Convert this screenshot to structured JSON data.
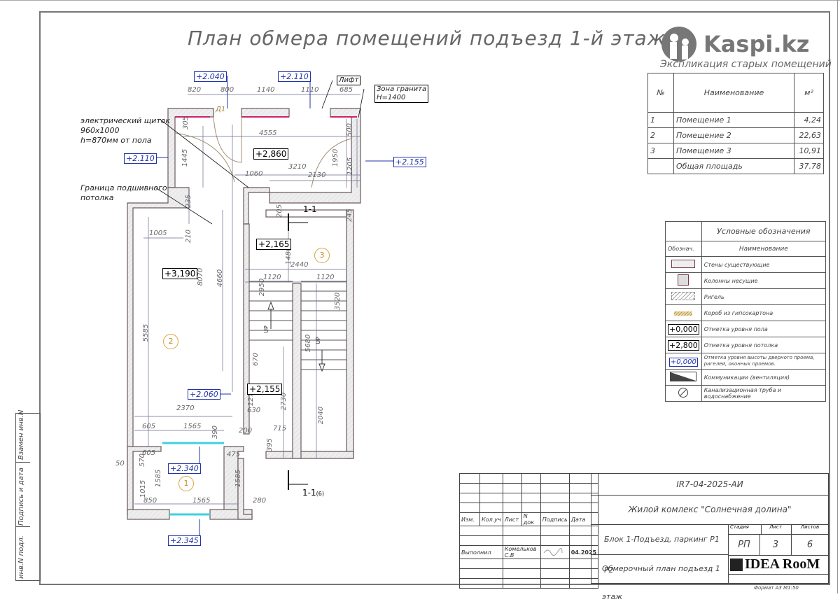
{
  "drawing": {
    "title": "План обмера помещений подъезд 1-й этаж",
    "watermark": "Kaspi.kz"
  },
  "explication": {
    "title": "Экспликация старых помещений",
    "headers": [
      "№",
      "Наименование",
      "м²"
    ],
    "rows": [
      {
        "num": "1",
        "name": "Помещение 1",
        "area": "4,24"
      },
      {
        "num": "2",
        "name": "Помещение 2",
        "area": "22,63"
      },
      {
        "num": "3",
        "name": "Помещение 3",
        "area": "10,91"
      },
      {
        "num": "",
        "name": "Общая площадь",
        "area": "37.78"
      }
    ]
  },
  "legend": {
    "title": "Условные обозначения",
    "col_symbol": "Обознач.",
    "col_name": "Наименование",
    "items": [
      {
        "icon": "existing-wall-icon",
        "label": "Стены существующие"
      },
      {
        "icon": "bearing-column-icon",
        "label": "Колонны несущие"
      },
      {
        "icon": "crossbar-icon",
        "label": "Ригель"
      },
      {
        "icon": "drywall-box-icon",
        "label": "Короб из гипсокартона"
      },
      {
        "icon": "floor-level-mark",
        "symbol": "+0,000",
        "label": "Отметка уровня пола"
      },
      {
        "icon": "ceiling-level-mark",
        "symbol": "+2,800",
        "label": "Отметка уровня потолка"
      },
      {
        "icon": "opening-level-mark",
        "symbol": "+0,000",
        "label": "Отметка уровня высоты дверного проема, ригелей, оконных проемов."
      },
      {
        "icon": "ventilation-icon",
        "label": "Коммуникации (вентиляция)"
      },
      {
        "icon": "sewer-pipe-icon",
        "label": "Канализационная труба и водоснабжение"
      }
    ]
  },
  "plan": {
    "notes": {
      "panel": [
        "электрический щиток",
        "960x1000",
        "h=870мм от пола"
      ],
      "ceiling_boundary": [
        "Граница подшивного",
        "потолка"
      ],
      "lift": "Лифт",
      "granite": [
        "Зона гранита",
        "H=1400"
      ],
      "door_label": "Д1"
    },
    "floor_marks": [
      "+2,860",
      "+3,190",
      "+2,165",
      "+2,155"
    ],
    "opening_marks": [
      "+2.040",
      "+2.110",
      "+2.110",
      "+2.155",
      "+2.060",
      "+2.340",
      "+2.345"
    ],
    "room_numbers": [
      "1",
      "2",
      "3"
    ],
    "section_label": "1-1",
    "section_label_ref": "1-1",
    "section_ref": "(6)",
    "stair_up": "UP",
    "dims_top": [
      "820",
      "800",
      "1140",
      "1110",
      "685"
    ],
    "dims": {
      "d4555": "4555",
      "d3210": "3210",
      "d1060": "1060",
      "d2130": "2130",
      "d305": "305",
      "d1445": "1445",
      "d500": "500",
      "d1950": "1950",
      "d1205": "1205",
      "d235": "235",
      "d210": "210",
      "d1005": "1005",
      "d8070": "8070",
      "d4660": "4660",
      "d5585": "5585",
      "d205": "205",
      "d245": "245",
      "d1480": "1480",
      "d2440": "2440",
      "d1120a": "1120",
      "d1120b": "1120",
      "d2950": "2950",
      "d3520": "3520",
      "d5680": "5680",
      "d670": "670",
      "d1275": "1275",
      "d2730": "2730",
      "d2040": "2040",
      "d630": "630",
      "d200": "200",
      "d715": "715",
      "d395": "395",
      "d2370": "2370",
      "d605a": "605",
      "d1565a": "1565",
      "d390": "390",
      "d605b": "605",
      "d475": "475",
      "d570": "570",
      "d1585a": "1585",
      "d1585b": "1585",
      "d1015": "1015",
      "d850": "850",
      "d1565b": "1565",
      "d280": "280",
      "d50": "50"
    }
  },
  "title_block": {
    "code": "IR7-04-2025-АИ",
    "project": "Жилой комлекс \"Солнечная долина\"",
    "block": "Блок 1-Подъезд, паркинг Р1 Р2",
    "sheet_title": "Обмерочный план подъезд 1 этаж",
    "headers": [
      "Изм.",
      "Кол.уч",
      "Лист",
      "N док",
      "Подпись",
      "Дата"
    ],
    "performed_label": "Выполнил",
    "performer": "Комельков С.В",
    "date": "04.2025",
    "stage_label": "Стадия",
    "sheet_label": "Лист",
    "sheets_label": "Листов",
    "stage": "РП",
    "sheet": "3",
    "sheets": "6",
    "company": "IDEA RooM",
    "format": "Формат А3 М1:50"
  },
  "side_stamp": [
    "Взамен инв.N",
    "Подпись и дата",
    "инв.N подл."
  ]
}
